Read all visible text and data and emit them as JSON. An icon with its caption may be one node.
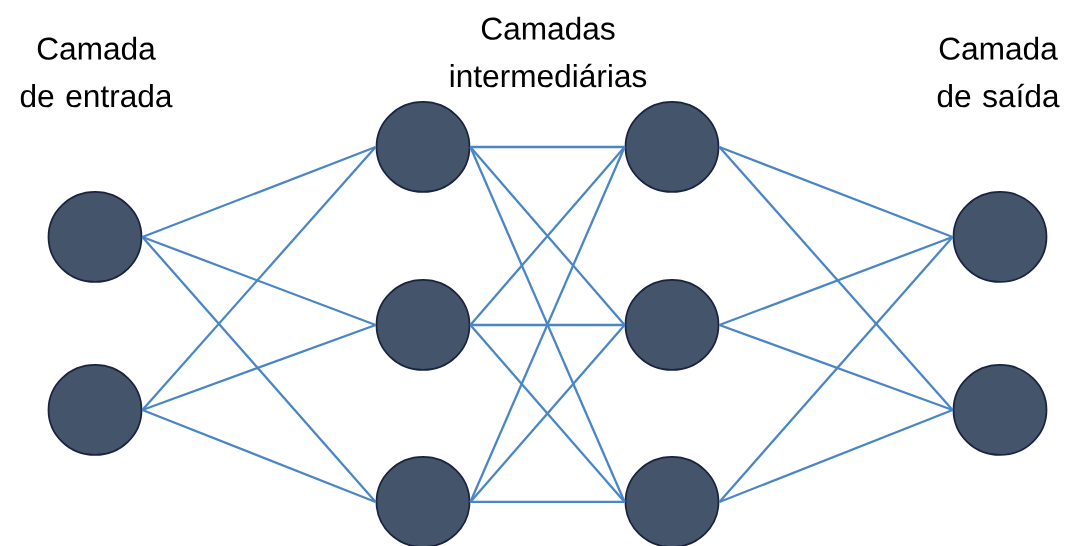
{
  "diagram": {
    "nodes": [
      {
        "text": [],
        "shape": "circle"
      },
      {
        "text": [],
        "shape": "circle"
      },
      {
        "text": [],
        "shape": "circle"
      },
      {
        "text": [],
        "shape": "circle"
      },
      {
        "text": [],
        "shape": "circle"
      },
      {
        "text": [],
        "shape": "circle"
      },
      {
        "text": [],
        "shape": "circle"
      },
      {
        "text": [],
        "shape": "circle"
      },
      {
        "text": [],
        "shape": "circle"
      },
      {
        "text": [],
        "shape": "circle"
      }
    ],
    "edges": [
      {
        "from": 0,
        "to": 2,
        "arrow": "none"
      },
      {
        "from": 0,
        "to": 3,
        "arrow": "none"
      },
      {
        "from": 0,
        "to": 4,
        "arrow": "none"
      },
      {
        "from": 1,
        "to": 2,
        "arrow": "none"
      },
      {
        "from": 1,
        "to": 3,
        "arrow": "none"
      },
      {
        "from": 1,
        "to": 4,
        "arrow": "none"
      },
      {
        "from": 2,
        "to": 5,
        "arrow": "none"
      },
      {
        "from": 2,
        "to": 6,
        "arrow": "none"
      },
      {
        "from": 2,
        "to": 7,
        "arrow": "none"
      },
      {
        "from": 3,
        "to": 5,
        "arrow": "none"
      },
      {
        "from": 3,
        "to": 6,
        "arrow": "none"
      },
      {
        "from": 3,
        "to": 7,
        "arrow": "none"
      },
      {
        "from": 4,
        "to": 5,
        "arrow": "none"
      },
      {
        "from": 4,
        "to": 6,
        "arrow": "none"
      },
      {
        "from": 4,
        "to": 7,
        "arrow": "none"
      },
      {
        "from": 5,
        "to": 8,
        "arrow": "none"
      },
      {
        "from": 5,
        "to": 9,
        "arrow": "none"
      },
      {
        "from": 6,
        "to": 8,
        "arrow": "none"
      },
      {
        "from": 6,
        "to": 9,
        "arrow": "none"
      },
      {
        "from": 7,
        "to": 8,
        "arrow": "none"
      },
      {
        "from": 7,
        "to": 9,
        "arrow": "none"
      }
    ],
    "labels": [
      "Camada de entrada",
      "Camadas intermediárias",
      "Camada de saída"
    ]
  }
}
